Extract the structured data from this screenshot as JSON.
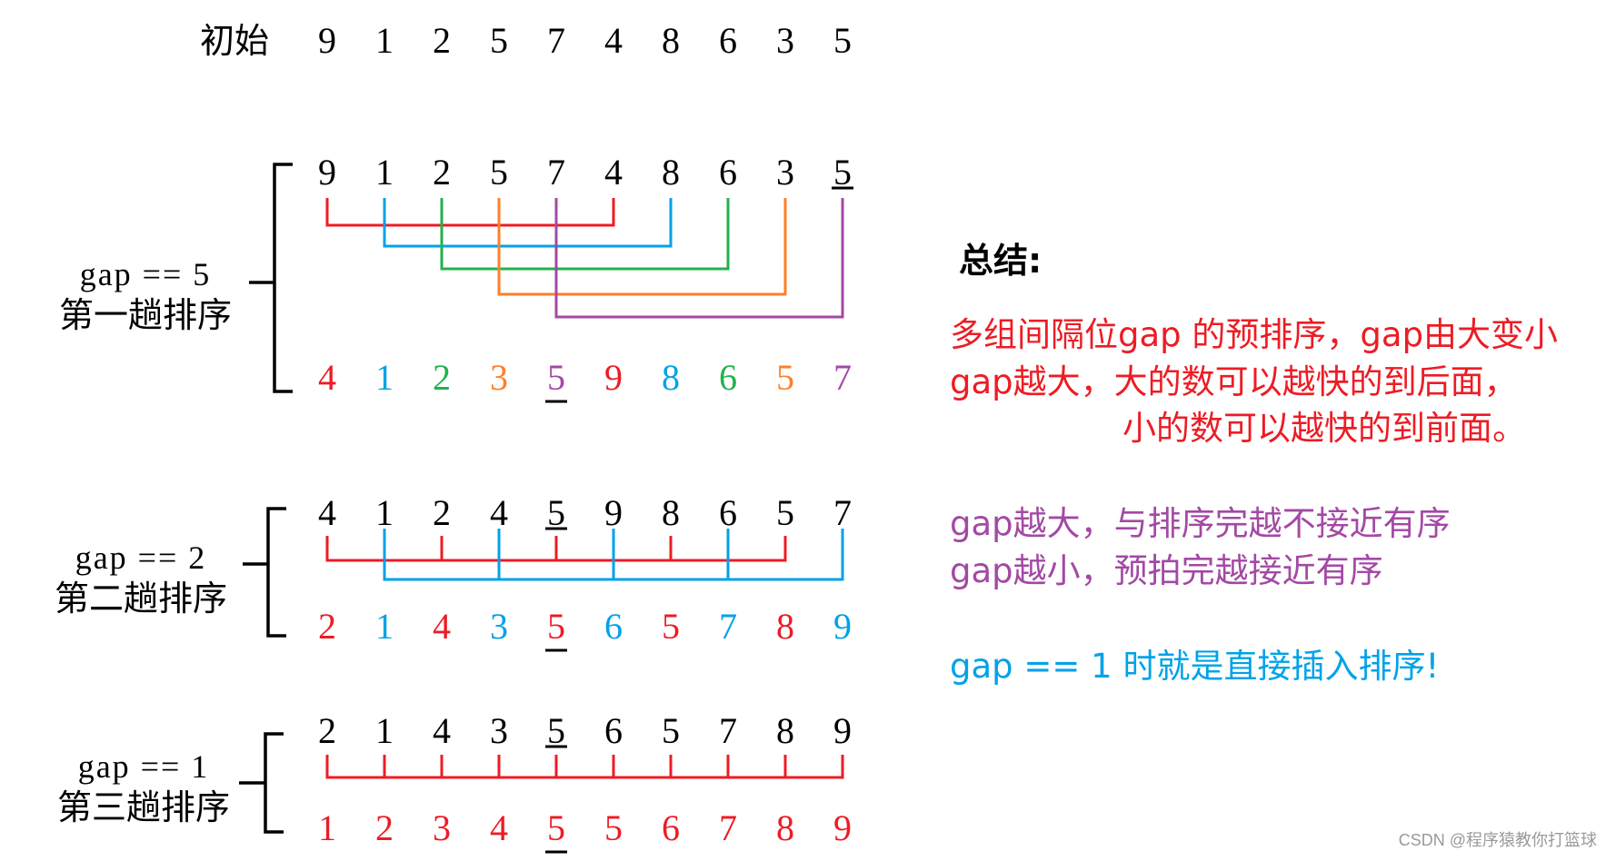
{
  "colors": {
    "black": "#000000",
    "red": "#ed1c24",
    "blue": "#00a2e8",
    "green": "#22b14c",
    "orange": "#ff7f27",
    "purple": "#a349a4",
    "watermark": "#9a9a9a"
  },
  "initial": {
    "label": "初始",
    "values": [
      9,
      1,
      2,
      5,
      7,
      4,
      8,
      6,
      3,
      5
    ]
  },
  "passes": [
    {
      "gap_label": "gap == 5",
      "pass_label": "第一趟排序",
      "before": [
        9,
        1,
        2,
        5,
        7,
        4,
        8,
        6,
        3,
        5
      ],
      "before_underline_index": 9,
      "groups": [
        {
          "color": "red",
          "indices": [
            0,
            5
          ]
        },
        {
          "color": "blue",
          "indices": [
            1,
            6
          ]
        },
        {
          "color": "green",
          "indices": [
            2,
            7
          ]
        },
        {
          "color": "orange",
          "indices": [
            3,
            8
          ]
        },
        {
          "color": "purple",
          "indices": [
            4,
            9
          ]
        }
      ],
      "after": [
        4,
        1,
        2,
        3,
        5,
        9,
        8,
        6,
        5,
        7
      ],
      "after_colors": [
        "red",
        "blue",
        "green",
        "orange",
        "purple",
        "red",
        "blue",
        "green",
        "orange",
        "purple"
      ],
      "after_underline_index": 4
    },
    {
      "gap_label": "gap == 2",
      "pass_label": "第二趟排序",
      "before": [
        4,
        1,
        2,
        4,
        5,
        9,
        8,
        6,
        5,
        7
      ],
      "before_underline_index": 4,
      "groups": [
        {
          "color": "red",
          "indices": [
            0,
            2,
            4,
            6,
            8
          ]
        },
        {
          "color": "blue",
          "indices": [
            1,
            3,
            5,
            7,
            9
          ]
        }
      ],
      "after": [
        2,
        1,
        4,
        3,
        5,
        6,
        5,
        7,
        8,
        9
      ],
      "after_colors": [
        "red",
        "blue",
        "red",
        "blue",
        "red",
        "blue",
        "red",
        "blue",
        "red",
        "blue"
      ],
      "after_underline_index": 4
    },
    {
      "gap_label": "gap == 1",
      "pass_label": "第三趟排序",
      "before": [
        2,
        1,
        4,
        3,
        5,
        6,
        5,
        7,
        8,
        9
      ],
      "before_underline_index": 4,
      "groups": [
        {
          "color": "red",
          "indices": [
            0,
            1,
            2,
            3,
            4,
            5,
            6,
            7,
            8,
            9
          ]
        }
      ],
      "after": [
        1,
        2,
        3,
        4,
        5,
        5,
        6,
        7,
        8,
        9
      ],
      "after_colors": [
        "red",
        "red",
        "red",
        "red",
        "red",
        "red",
        "red",
        "red",
        "red",
        "red"
      ],
      "after_underline_index": 4
    }
  ],
  "summary": {
    "title": "总结:",
    "red_lines": [
      "多组间隔位gap 的预排序，gap由大变小",
      "gap越大，大的数可以越快的到后面，",
      "小的数可以越快的到前面。"
    ],
    "purple_lines": [
      "gap越大，与排序完越不接近有序",
      "gap越小，预拍完越接近有序"
    ],
    "blue_line": "gap == 1 时就是直接插入排序!"
  },
  "watermark": "CSDN @程序猿教你打篮球"
}
